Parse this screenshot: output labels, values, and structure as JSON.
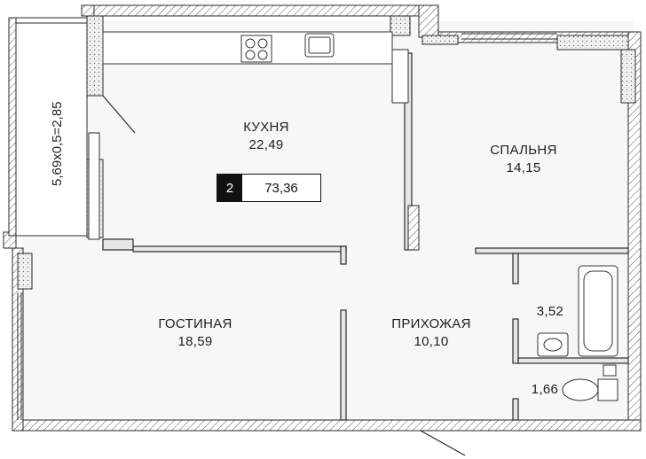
{
  "plan": {
    "rooms": [
      {
        "id": "kitchen",
        "name": "КУХНЯ",
        "area": "22,49"
      },
      {
        "id": "bedroom",
        "name": "СПАЛЬНЯ",
        "area": "14,15"
      },
      {
        "id": "living",
        "name": "ГОСТИНАЯ",
        "area": "18,59"
      },
      {
        "id": "hall",
        "name": "ПРИХОЖАЯ",
        "area": "10,10"
      },
      {
        "id": "bathroom",
        "name": "",
        "area": "3,52"
      },
      {
        "id": "wc",
        "name": "",
        "area": "1,66"
      }
    ],
    "balcony_formula": "5,69x0,5=2,85",
    "room_count": "2",
    "total_area": "73,36"
  },
  "colors": {
    "wall_fill": "#e6e6e6",
    "line": "#2a2a2a",
    "badge": "#111111"
  }
}
